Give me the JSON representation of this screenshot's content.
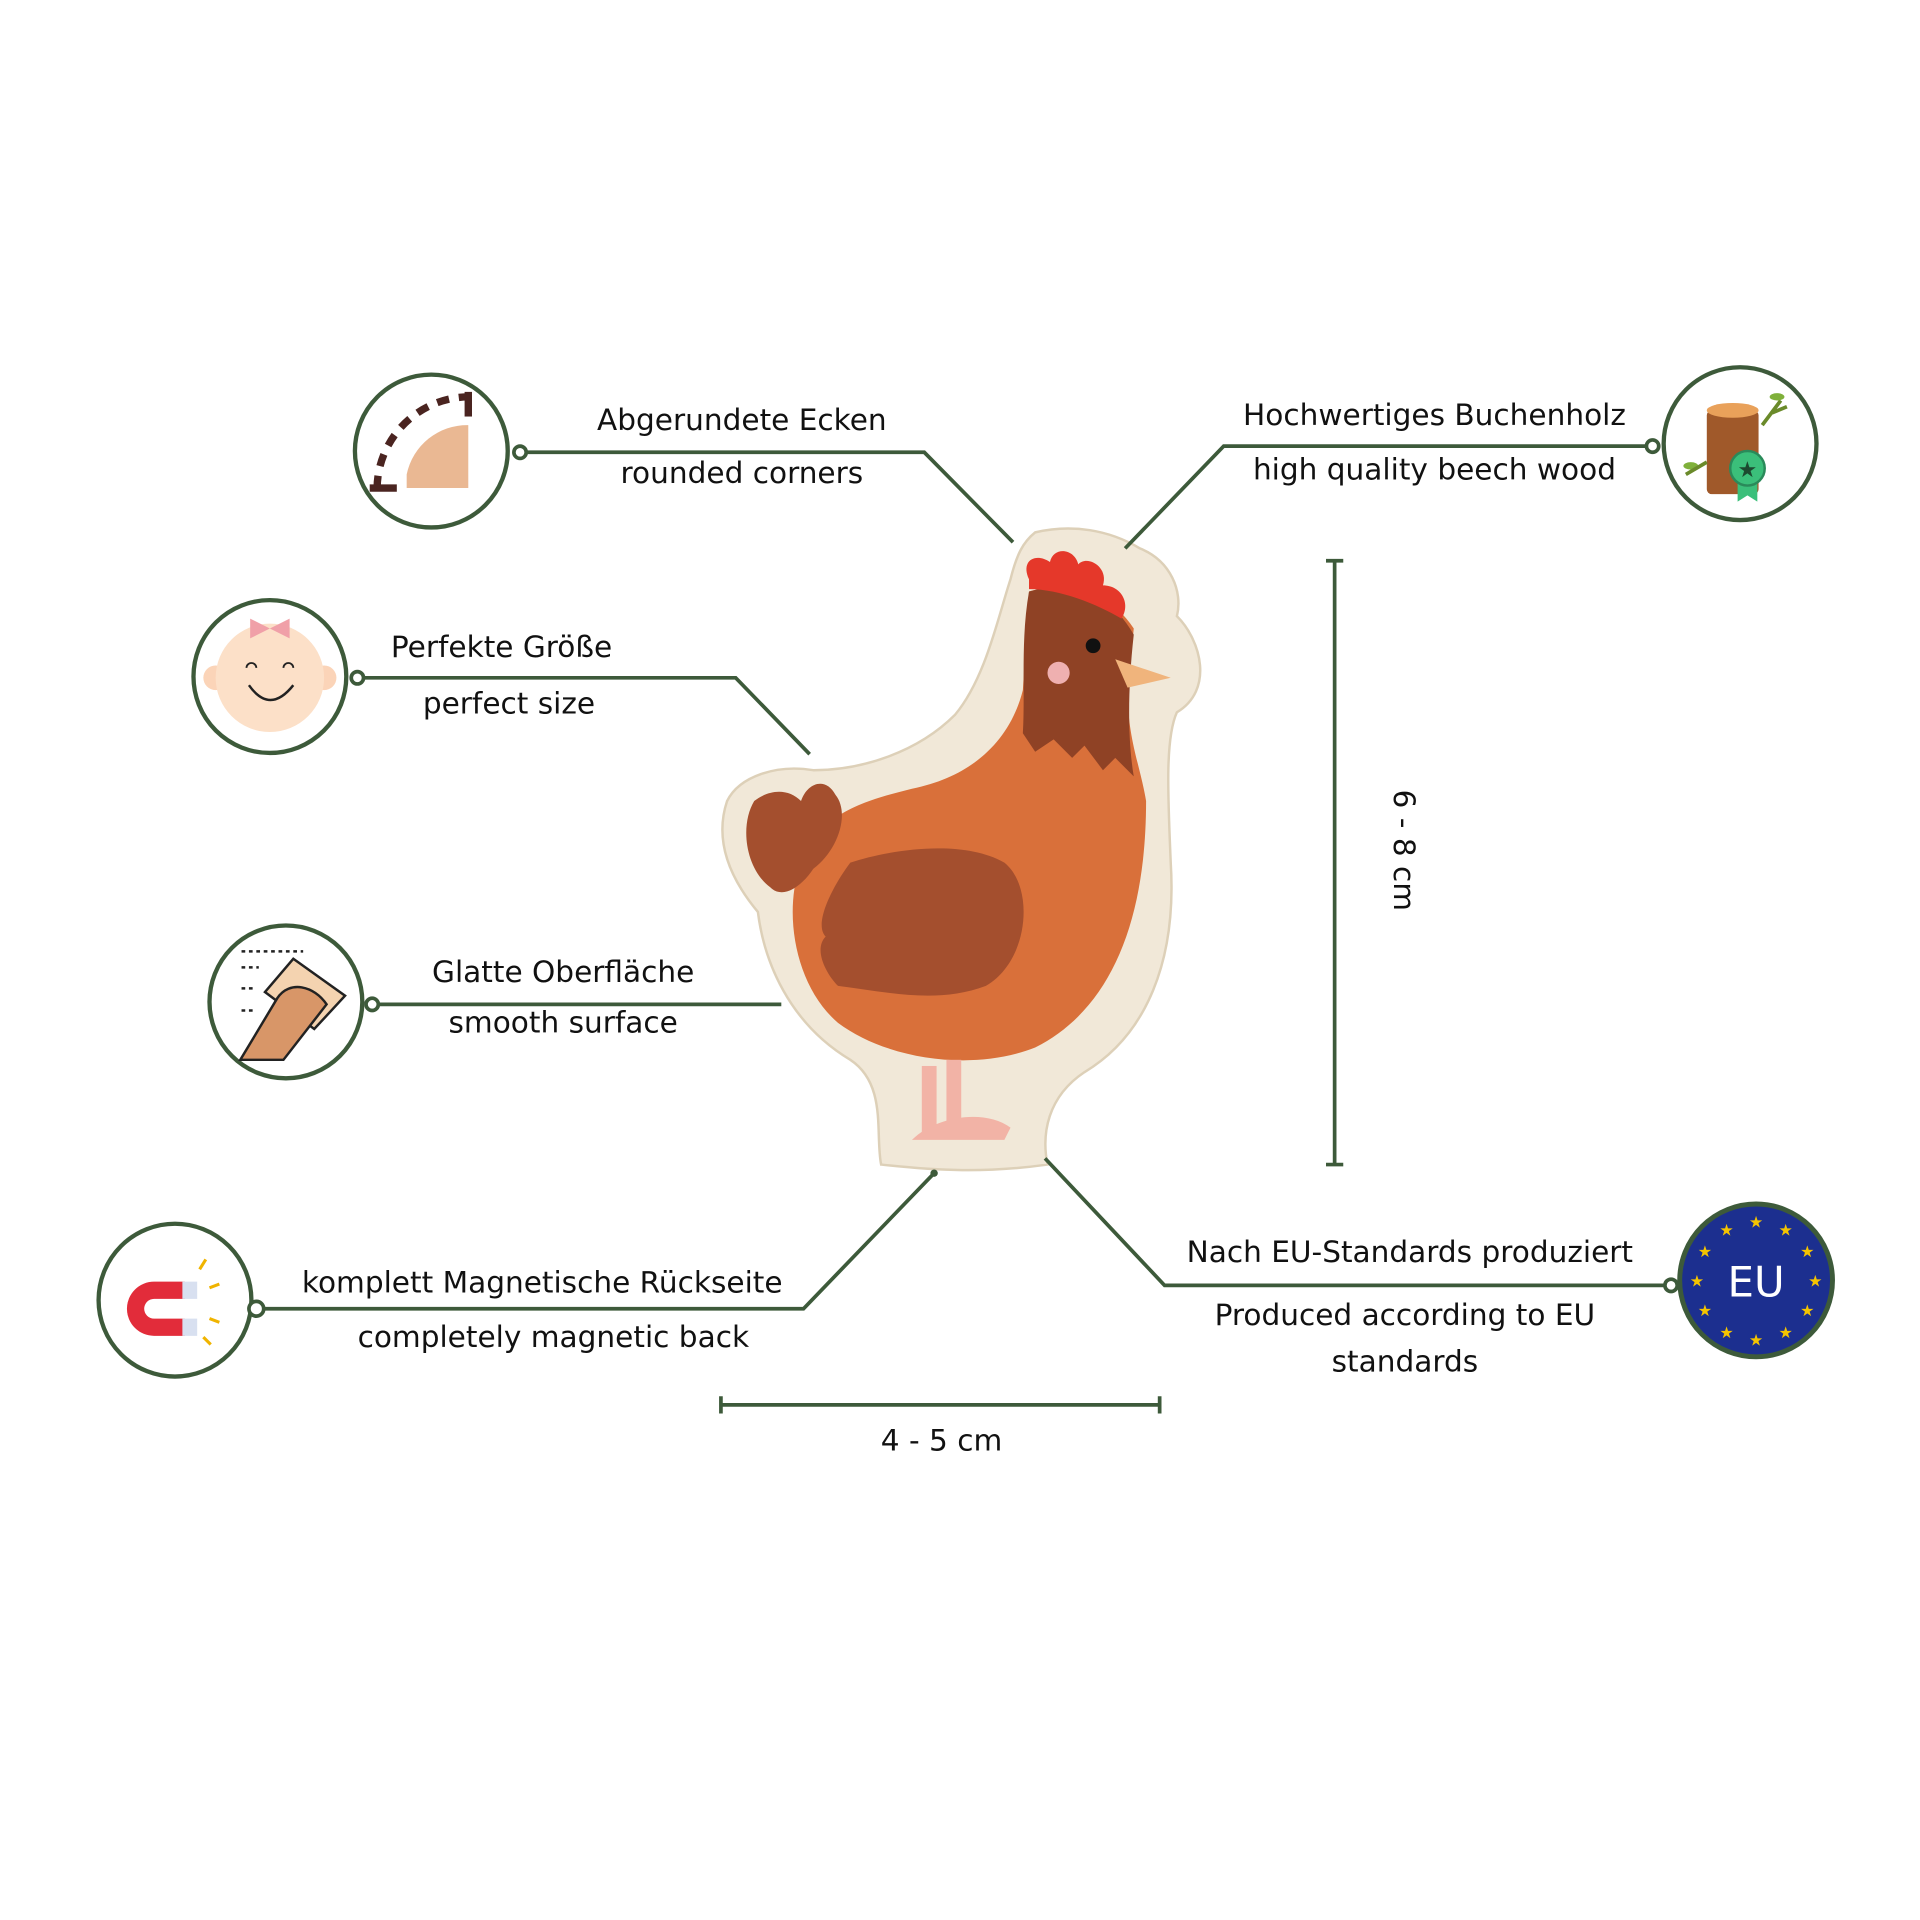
{
  "features": [
    {
      "id": "rounded-corners",
      "title": "Abgerundete Ecken",
      "subtitle": "rounded corners",
      "icon": "rounded-corner-icon"
    },
    {
      "id": "beech-wood",
      "title": "Hochwertiges Buchenholz",
      "subtitle": "high quality beech wood",
      "icon": "wood-log-badge-icon"
    },
    {
      "id": "perfect-size",
      "title": "Perfekte Größe",
      "subtitle": "perfect size",
      "icon": "baby-face-icon"
    },
    {
      "id": "smooth-surface",
      "title": "Glatte Oberfläche",
      "subtitle": "smooth surface",
      "icon": "hand-polishing-icon"
    },
    {
      "id": "magnetic-back",
      "title": "komplett Magnetische Rückseite",
      "subtitle": "completely magnetic back",
      "icon": "magnet-icon"
    },
    {
      "id": "eu-standards",
      "title": "Nach EU-Standards produziert",
      "subtitle": "Produced according to EU",
      "subtitle2": "standards",
      "icon": "eu-flag-icon",
      "badge": "EU"
    }
  ],
  "dimensions": {
    "height": "6 - 8 cm",
    "width": "4 - 5 cm"
  },
  "colors": {
    "accent": "#3d5a3a",
    "eu_blue": "#1c2f8f",
    "eu_star": "#f5c400"
  }
}
